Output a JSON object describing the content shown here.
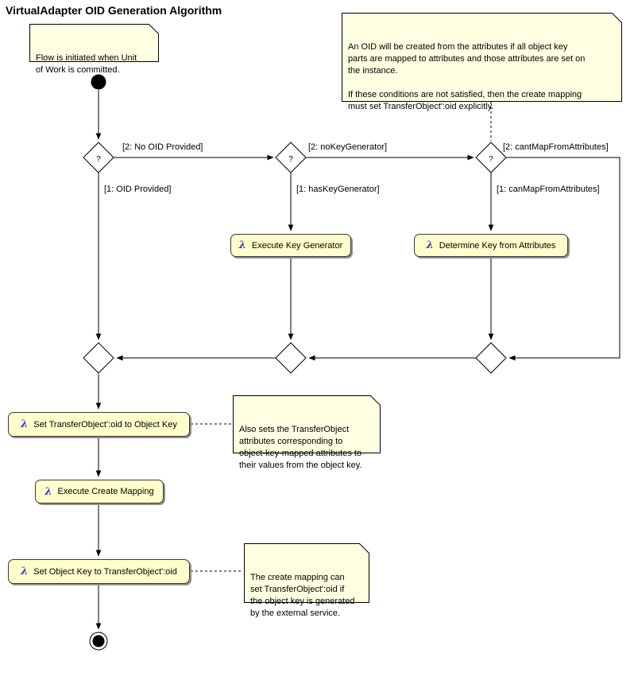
{
  "title": "VirtualAdapter OID Generation Algorithm",
  "notes": {
    "flow_initiated": "Flow is initiated when Unit\nof Work is committed.",
    "oid_creation_rules": "An OID will be created from the attributes if all object key\nparts are mapped to attributes and those attributes are set on\nthe instance.\n\nIf these conditions are not satisfied, then the create mapping\nmust set TransferObject':oid explicitly.",
    "also_sets_attributes": "Also sets the TransferObject\nattributes corresponding to\nobject-key-mapped attributes to\ntheir values from the object key.",
    "create_mapping_can_set": "The create mapping can\nset TransferObject':oid if\nthe object key is generated\nby the external service."
  },
  "activities": {
    "lambda_icon": "λ",
    "execute_key_generator": "Execute Key Generator",
    "determine_key_from_attributes": "Determine Key from Attributes",
    "set_oid_to_object_key": "Set TransferObject':oid to Object Key",
    "execute_create_mapping": "Execute Create Mapping",
    "set_object_key_to_oid": "Set Object Key to TransferObject':oid"
  },
  "decisions": {
    "question_mark": "?"
  },
  "edge_labels": {
    "no_oid_provided": "[2: No OID Provided]",
    "oid_provided": "[1: OID Provided]",
    "no_key_generator": "[2: noKeyGenerator]",
    "has_key_generator": "[1: hasKeyGenerator]",
    "cant_map_from_attributes": "[2: cantMapFromAttributes]",
    "can_map_from_attributes": "[1: canMapFromAttributes]"
  },
  "colors": {
    "note_background": "#FFFFE1",
    "activity_background": "#FFFFCC",
    "lambda_blue": "#3333CC",
    "line": "#000000"
  }
}
